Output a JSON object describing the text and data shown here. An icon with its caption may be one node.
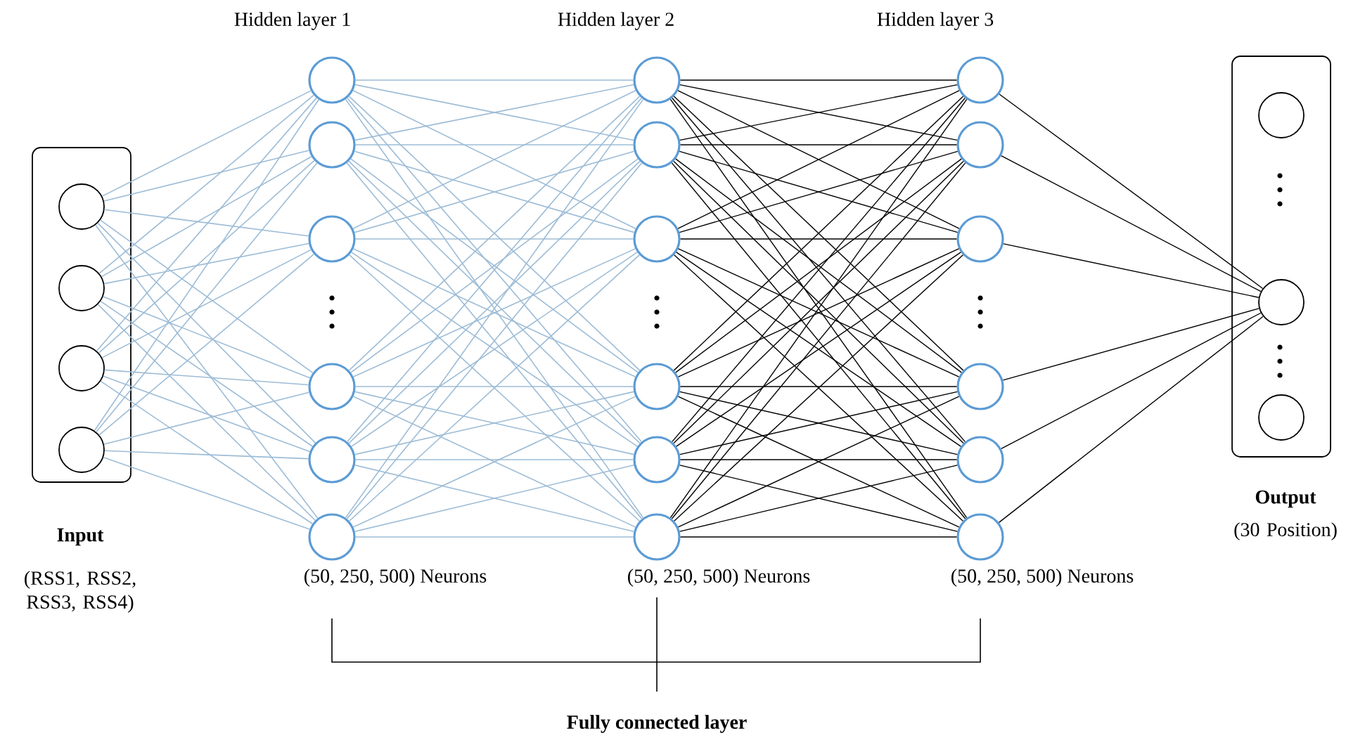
{
  "diagram": {
    "nodes": [
      {
        "text": [
          "Input",
          "(RSS1, RSS2, RSS3, RSS4)"
        ]
      },
      {
        "text": [],
        "shape": "circle",
        "in": 0
      },
      {
        "text": [],
        "shape": "circle",
        "in": 0
      },
      {
        "text": [],
        "shape": "circle",
        "in": 0
      },
      {
        "text": [],
        "shape": "circle",
        "in": 0
      },
      {
        "text": [],
        "shape": "circle"
      },
      {
        "text": [],
        "shape": "circle"
      },
      {
        "text": [],
        "shape": "circle"
      },
      {
        "text": [],
        "shape": "circle"
      },
      {
        "text": [],
        "shape": "circle"
      },
      {
        "text": [],
        "shape": "circle"
      },
      {
        "text": [],
        "shape": "circle"
      },
      {
        "text": [],
        "shape": "circle"
      },
      {
        "text": [],
        "shape": "circle"
      },
      {
        "text": [],
        "shape": "circle"
      },
      {
        "text": [],
        "shape": "circle"
      },
      {
        "text": [],
        "shape": "circle"
      },
      {
        "text": [],
        "shape": "circle"
      },
      {
        "text": [],
        "shape": "circle"
      },
      {
        "text": [],
        "shape": "circle"
      },
      {
        "text": [],
        "shape": "circle"
      },
      {
        "text": [],
        "shape": "circle"
      },
      {
        "text": [],
        "shape": "circle"
      },
      {
        "text": [
          "Output",
          "(30 Position)"
        ]
      },
      {
        "text": [],
        "shape": "circle",
        "in": 23
      },
      {
        "text": [],
        "shape": "circle",
        "in": 23
      },
      {
        "text": [],
        "shape": "circle",
        "in": 23
      }
    ],
    "edges": [
      {
        "from": 1,
        "to": 5,
        "arrow": "none"
      },
      {
        "from": 1,
        "to": 6,
        "arrow": "none"
      },
      {
        "from": 1,
        "to": 7,
        "arrow": "none"
      },
      {
        "from": 1,
        "to": 8,
        "arrow": "none"
      },
      {
        "from": 1,
        "to": 9,
        "arrow": "none"
      },
      {
        "from": 1,
        "to": 10,
        "arrow": "none"
      },
      {
        "from": 2,
        "to": 5,
        "arrow": "none"
      },
      {
        "from": 2,
        "to": 6,
        "arrow": "none"
      },
      {
        "from": 2,
        "to": 7,
        "arrow": "none"
      },
      {
        "from": 2,
        "to": 8,
        "arrow": "none"
      },
      {
        "from": 2,
        "to": 9,
        "arrow": "none"
      },
      {
        "from": 2,
        "to": 10,
        "arrow": "none"
      },
      {
        "from": 3,
        "to": 5,
        "arrow": "none"
      },
      {
        "from": 3,
        "to": 6,
        "arrow": "none"
      },
      {
        "from": 3,
        "to": 7,
        "arrow": "none"
      },
      {
        "from": 3,
        "to": 8,
        "arrow": "none"
      },
      {
        "from": 3,
        "to": 9,
        "arrow": "none"
      },
      {
        "from": 3,
        "to": 10,
        "arrow": "none"
      },
      {
        "from": 4,
        "to": 5,
        "arrow": "none"
      },
      {
        "from": 4,
        "to": 6,
        "arrow": "none"
      },
      {
        "from": 4,
        "to": 7,
        "arrow": "none"
      },
      {
        "from": 4,
        "to": 8,
        "arrow": "none"
      },
      {
        "from": 4,
        "to": 9,
        "arrow": "none"
      },
      {
        "from": 4,
        "to": 10,
        "arrow": "none"
      },
      {
        "from": 5,
        "to": 11,
        "arrow": "none"
      },
      {
        "from": 5,
        "to": 12,
        "arrow": "none"
      },
      {
        "from": 5,
        "to": 13,
        "arrow": "none"
      },
      {
        "from": 5,
        "to": 14,
        "arrow": "none"
      },
      {
        "from": 5,
        "to": 15,
        "arrow": "none"
      },
      {
        "from": 5,
        "to": 16,
        "arrow": "none"
      },
      {
        "from": 6,
        "to": 11,
        "arrow": "none"
      },
      {
        "from": 6,
        "to": 12,
        "arrow": "none"
      },
      {
        "from": 6,
        "to": 13,
        "arrow": "none"
      },
      {
        "from": 6,
        "to": 14,
        "arrow": "none"
      },
      {
        "from": 6,
        "to": 15,
        "arrow": "none"
      },
      {
        "from": 6,
        "to": 16,
        "arrow": "none"
      },
      {
        "from": 7,
        "to": 11,
        "arrow": "none"
      },
      {
        "from": 7,
        "to": 12,
        "arrow": "none"
      },
      {
        "from": 7,
        "to": 13,
        "arrow": "none"
      },
      {
        "from": 7,
        "to": 14,
        "arrow": "none"
      },
      {
        "from": 7,
        "to": 15,
        "arrow": "none"
      },
      {
        "from": 7,
        "to": 16,
        "arrow": "none"
      },
      {
        "from": 8,
        "to": 11,
        "arrow": "none"
      },
      {
        "from": 8,
        "to": 12,
        "arrow": "none"
      },
      {
        "from": 8,
        "to": 13,
        "arrow": "none"
      },
      {
        "from": 8,
        "to": 14,
        "arrow": "none"
      },
      {
        "from": 8,
        "to": 15,
        "arrow": "none"
      },
      {
        "from": 8,
        "to": 16,
        "arrow": "none"
      },
      {
        "from": 9,
        "to": 11,
        "arrow": "none"
      },
      {
        "from": 9,
        "to": 12,
        "arrow": "none"
      },
      {
        "from": 9,
        "to": 13,
        "arrow": "none"
      },
      {
        "from": 9,
        "to": 14,
        "arrow": "none"
      },
      {
        "from": 9,
        "to": 15,
        "arrow": "none"
      },
      {
        "from": 9,
        "to": 16,
        "arrow": "none"
      },
      {
        "from": 10,
        "to": 11,
        "arrow": "none"
      },
      {
        "from": 10,
        "to": 12,
        "arrow": "none"
      },
      {
        "from": 10,
        "to": 13,
        "arrow": "none"
      },
      {
        "from": 10,
        "to": 14,
        "arrow": "none"
      },
      {
        "from": 10,
        "to": 15,
        "arrow": "none"
      },
      {
        "from": 10,
        "to": 16,
        "arrow": "none"
      },
      {
        "from": 11,
        "to": 17,
        "arrow": "none",
        "color": "#000000"
      },
      {
        "from": 11,
        "to": 18,
        "arrow": "none",
        "color": "#000000"
      },
      {
        "from": 11,
        "to": 19,
        "arrow": "none",
        "color": "#000000"
      },
      {
        "from": 11,
        "to": 20,
        "arrow": "none",
        "color": "#000000"
      },
      {
        "from": 11,
        "to": 21,
        "arrow": "none",
        "color": "#000000"
      },
      {
        "from": 11,
        "to": 22,
        "arrow": "none",
        "color": "#000000"
      },
      {
        "from": 12,
        "to": 17,
        "arrow": "none",
        "color": "#000000"
      },
      {
        "from": 12,
        "to": 18,
        "arrow": "none",
        "color": "#000000"
      },
      {
        "from": 12,
        "to": 19,
        "arrow": "none",
        "color": "#000000"
      },
      {
        "from": 12,
        "to": 20,
        "arrow": "none",
        "color": "#000000"
      },
      {
        "from": 12,
        "to": 21,
        "arrow": "none",
        "color": "#000000"
      },
      {
        "from": 12,
        "to": 22,
        "arrow": "none",
        "color": "#000000"
      },
      {
        "from": 13,
        "to": 17,
        "arrow": "none",
        "color": "#000000"
      },
      {
        "from": 13,
        "to": 18,
        "arrow": "none",
        "color": "#000000"
      },
      {
        "from": 13,
        "to": 19,
        "arrow": "none",
        "color": "#000000"
      },
      {
        "from": 13,
        "to": 20,
        "arrow": "none",
        "color": "#000000"
      },
      {
        "from": 13,
        "to": 21,
        "arrow": "none",
        "color": "#000000"
      },
      {
        "from": 13,
        "to": 22,
        "arrow": "none",
        "color": "#000000"
      },
      {
        "from": 14,
        "to": 17,
        "arrow": "none",
        "color": "#000000"
      },
      {
        "from": 14,
        "to": 18,
        "arrow": "none",
        "color": "#000000"
      },
      {
        "from": 14,
        "to": 19,
        "arrow": "none",
        "color": "#000000"
      },
      {
        "from": 14,
        "to": 20,
        "arrow": "none",
        "color": "#000000"
      },
      {
        "from": 14,
        "to": 21,
        "arrow": "none",
        "color": "#000000"
      },
      {
        "from": 14,
        "to": 22,
        "arrow": "none",
        "color": "#000000"
      },
      {
        "from": 15,
        "to": 17,
        "arrow": "none",
        "color": "#000000"
      },
      {
        "from": 15,
        "to": 18,
        "arrow": "none",
        "color": "#000000"
      },
      {
        "from": 15,
        "to": 19,
        "arrow": "none",
        "color": "#000000"
      },
      {
        "from": 15,
        "to": 20,
        "arrow": "none",
        "color": "#000000"
      },
      {
        "from": 15,
        "to": 21,
        "arrow": "none",
        "color": "#000000"
      },
      {
        "from": 15,
        "to": 22,
        "arrow": "none",
        "color": "#000000"
      },
      {
        "from": 16,
        "to": 17,
        "arrow": "none",
        "color": "#000000"
      },
      {
        "from": 16,
        "to": 18,
        "arrow": "none",
        "color": "#000000"
      },
      {
        "from": 16,
        "to": 19,
        "arrow": "none",
        "color": "#000000"
      },
      {
        "from": 16,
        "to": 20,
        "arrow": "none",
        "color": "#000000"
      },
      {
        "from": 16,
        "to": 21,
        "arrow": "none",
        "color": "#000000"
      },
      {
        "from": 16,
        "to": 22,
        "arrow": "none",
        "color": "#000000"
      },
      {
        "from": 17,
        "to": 25,
        "arrow": "none",
        "color": "#000000"
      },
      {
        "from": 18,
        "to": 25,
        "arrow": "none",
        "color": "#000000"
      },
      {
        "from": 19,
        "to": 25,
        "arrow": "none",
        "color": "#000000"
      },
      {
        "from": 20,
        "to": 25,
        "arrow": "none",
        "color": "#000000"
      },
      {
        "from": 21,
        "to": 25,
        "arrow": "none",
        "color": "#000000"
      },
      {
        "from": 22,
        "to": 25,
        "arrow": "none",
        "color": "#000000"
      }
    ],
    "labels": [
      "Hidden layer 1",
      "Hidden layer 2",
      "Hidden layer 3",
      "(50, 250, 500) Neurons",
      "(50, 250, 500) Neurons",
      "(50, 250, 500) Neurons",
      "Fully connected layer"
    ]
  }
}
